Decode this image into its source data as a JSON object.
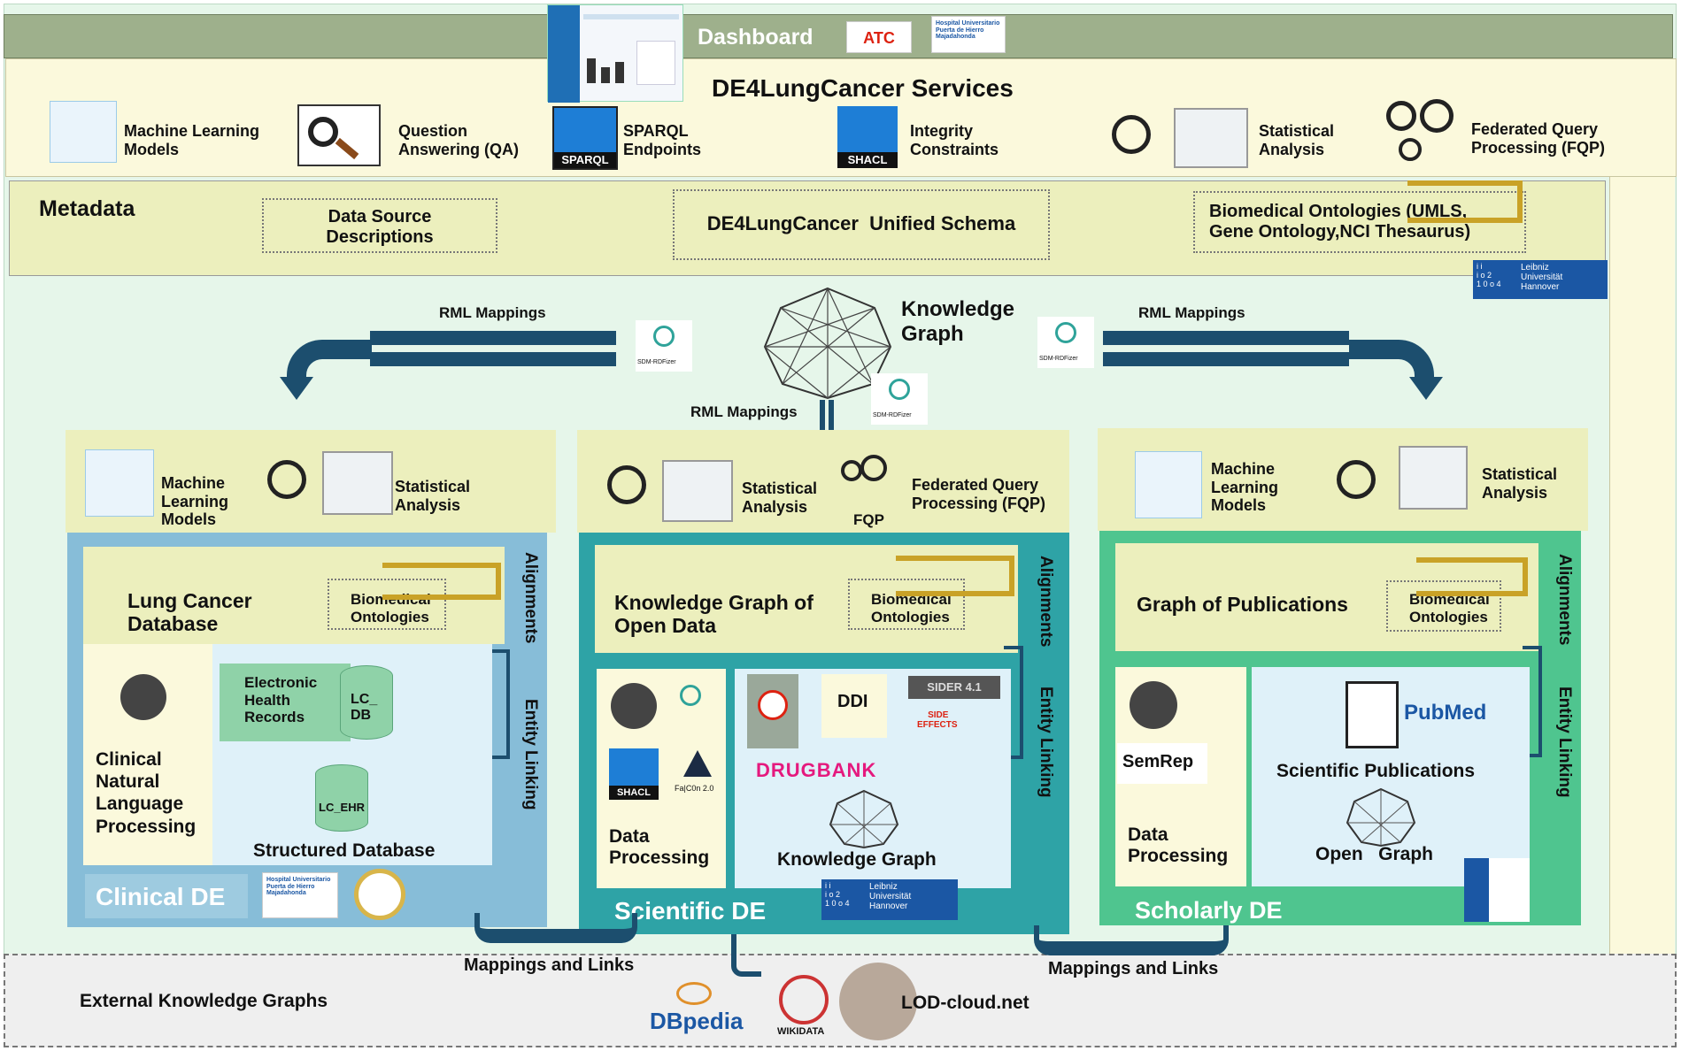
{
  "header": {
    "dashboard": "Dashboard",
    "services_title": "DE4LungCancer Services",
    "logos": [
      "ATC",
      "Hospital Universitario Puerta de Hierro Majadahonda"
    ]
  },
  "services": [
    {
      "label": "Machine Learning\nModels",
      "icon": "neural-network-icon"
    },
    {
      "label": "Question\nAnswering (QA)",
      "icon": "magnifier-search-icon"
    },
    {
      "label": "SPARQL\nEndpoints",
      "icon": "sparql-icon",
      "badge": "SPARQL"
    },
    {
      "label": "Integrity\nConstraints",
      "icon": "shacl-icon",
      "badge": "SHACL"
    },
    {
      "label": "Statistical\nAnalysis",
      "icon": "statistics-icon"
    },
    {
      "label": "Federated Query\nProcessing (FQP)",
      "icon": "gears-magnifier-icon"
    }
  ],
  "metadata": {
    "title": "Metadata",
    "data_source": "Data Source\nDescriptions",
    "schema": "DE4LungCancer  Unified Schema",
    "ontologies": "Biomedical Ontologies (UMLS,\nGene Ontology,NCI Thesaurus)",
    "luh": "Leibniz\nUniversität\nHannover",
    "luh_mark": "i i\ni o 2\n1 0 o 4"
  },
  "kg": {
    "title": "Knowledge\nGraph",
    "rml_left": "RML Mappings",
    "rml_right": "RML Mappings",
    "rml_center": "RML Mappings",
    "rdfizer": "SDM-RDFizer"
  },
  "clinical": {
    "ml": "Machine\nLearning\nModels",
    "stat": "Statistical\nAnalysis",
    "db_title": "Lung Cancer\nDatabase",
    "bio_ont": "Biomedical\nOntologies",
    "alignments": "Alignments",
    "entity_linking": "Entity Linking",
    "ehr": "Electronic\nHealth\nRecords",
    "lc_db": "LC_\nDB",
    "lc_ehr": "LC_EHR",
    "nlp": "Clinical\nNatural\nLanguage\nProcessing",
    "structured": "Structured Database",
    "de": "Clinical DE"
  },
  "scientific": {
    "stat": "Statistical\nAnalysis",
    "fqp_short": "FQP",
    "fqp": "Federated Query\nProcessing (FQP)",
    "title": "Knowledge Graph of\nOpen Data",
    "bio_ont": "Biomedical\nOntologies",
    "alignments": "Alignments",
    "entity_linking": "Entity Linking",
    "ddi": "DDI",
    "sider": "SIDER 4.1",
    "side_effects": "SIDE\nEFFECTS",
    "drugbank": "DRUGBANK",
    "falcon": "Fa|C0n 2.0",
    "shacl": "SHACL",
    "data_processing": "Data\nProcessing",
    "kg": "Knowledge Graph",
    "de": "Scientific  DE"
  },
  "scholarly": {
    "ml": "Machine\nLearning\nModels",
    "stat": "Statistical\nAnalysis",
    "title": "Graph of Publications",
    "bio_ont": "Biomedical\nOntologies",
    "alignments": "Alignments",
    "entity_linking": "Entity Linking",
    "semrep": "SemRep",
    "pubmed": "PubMed",
    "sci_pub": "Scientific Publications",
    "data_processing": "Data\nProcessing",
    "open_graph": "Open   Graph",
    "de": "Scholarly DE"
  },
  "bottom": {
    "mappings_left": "Mappings and Links",
    "mappings_right": "Mappings and Links",
    "ext": "External Knowledge Graphs",
    "dbpedia": "DBpedia",
    "wikidata": "WIKIDATA",
    "lod": "LOD-cloud.net"
  },
  "colors": {
    "header_bar": "#9eb08c",
    "panel_cream": "#fbf9dc",
    "metadata_bg": "#ecefbd",
    "light_green_bg": "#e6f6ea",
    "clinical_blue": "#87bdd8",
    "scientific_teal": "#2ea3a6",
    "scholarly_green": "#4fc58f",
    "arrow_navy": "#1c4e6e",
    "gold": "#c9a227"
  }
}
